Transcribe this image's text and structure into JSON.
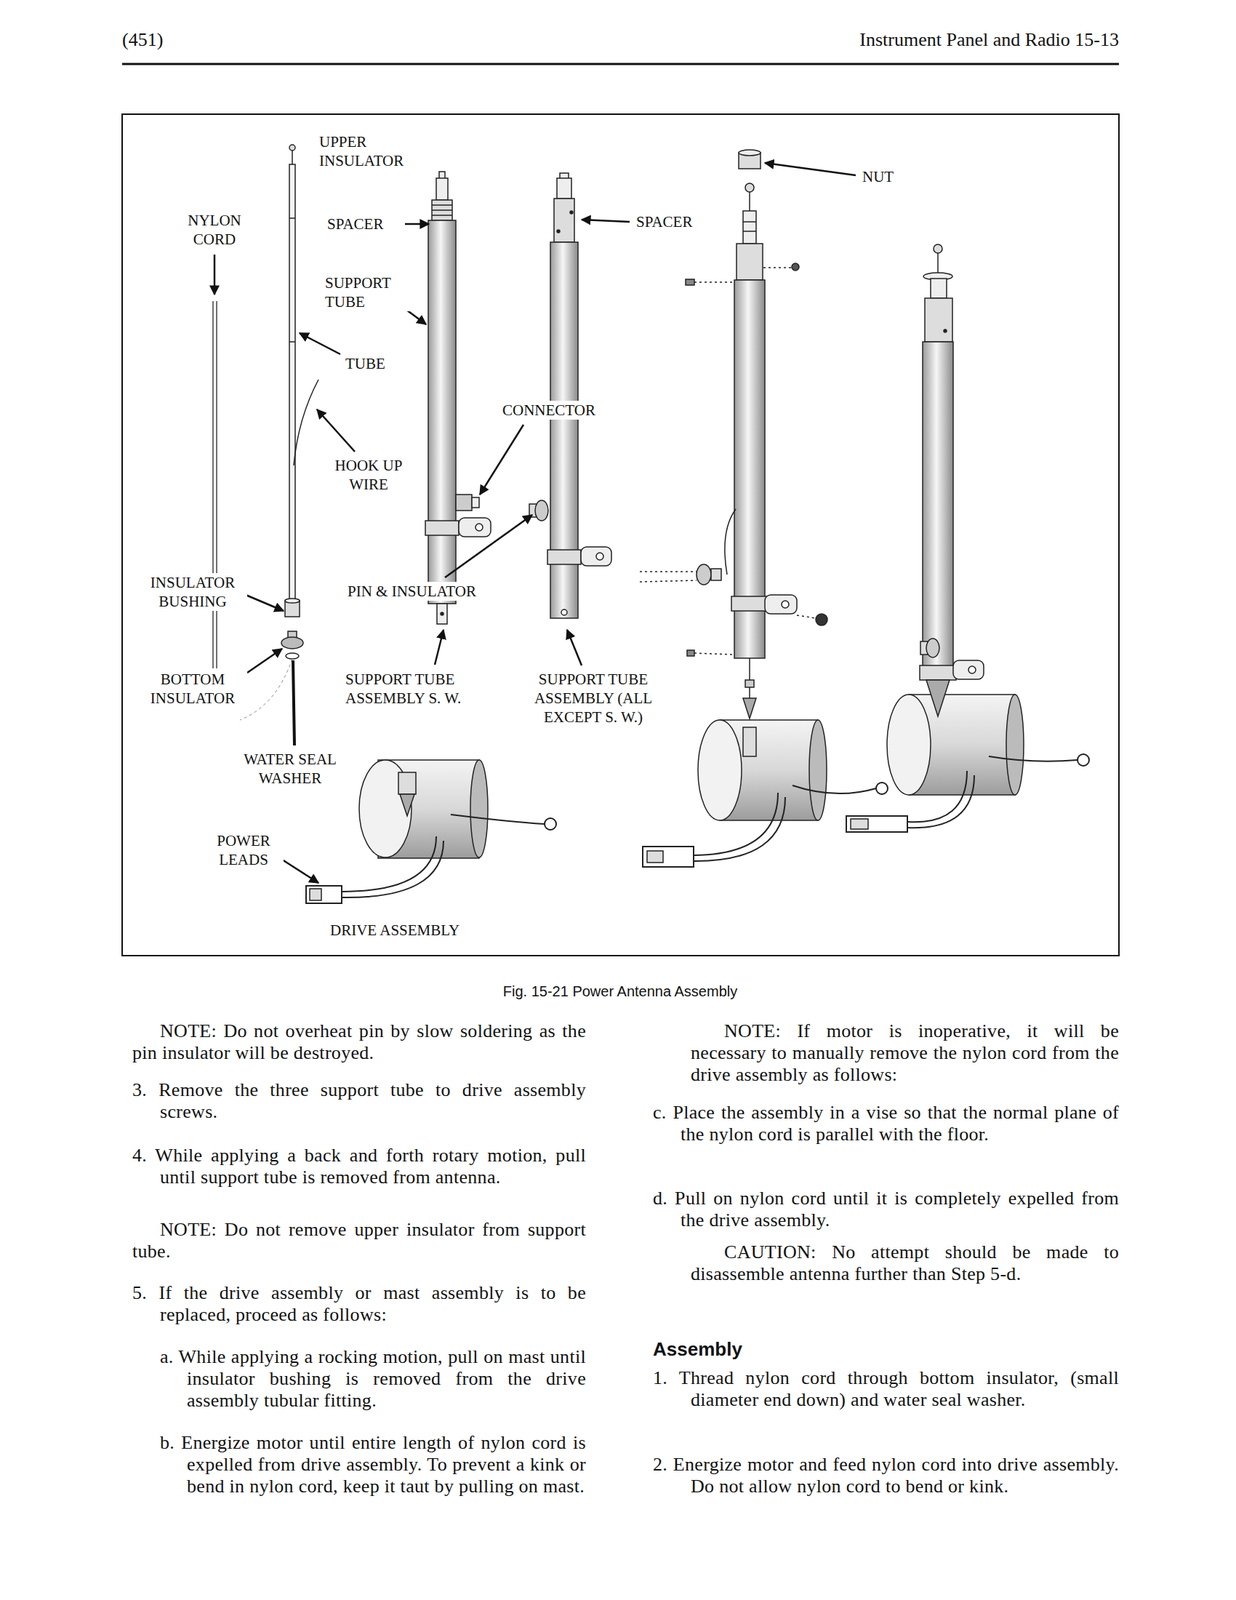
{
  "diagram": {
    "caption": "Fig. 15-21 Power Antenna Assembly",
    "labels": [
      "(451)",
      "Instrument Panel and Radio 15-13",
      "UPPER INSULATOR",
      "NUT",
      "NYLON CORD",
      "SPACER",
      "SPACER",
      "SUPPORT TUBE",
      "TUBE",
      "CONNECTOR",
      "HOOK UP WIRE",
      "INSULATOR BUSHING",
      "PIN & INSULATOR",
      "BOTTOM INSULATOR",
      "SUPPORT TUBE ASSEMBLY S. W.",
      "SUPPORT TUBE ASSEMBLY (ALL EXCEPT S. W.)",
      "WATER SEAL WASHER",
      "POWER LEADS",
      "DRIVE ASSEMBLY",
      "NOTE: Do not overheat pin by slow soldering as the pin insulator will be destroyed.",
      "3. Remove the three support tube to drive assembly screws.",
      "4. While applying a back and forth rotary motion, pull until support tube is removed from antenna.",
      "NOTE: Do not remove upper insulator from support tube.",
      "5. If the drive assembly or mast assembly is to be replaced, proceed as follows:",
      "a. While applying a rocking motion, pull on mast until insulator bushing is removed from the drive assembly tubular fitting.",
      "b. Energize motor until entire length of nylon cord is expelled from drive assembly. To prevent a kink or bend in nylon cord, keep it taut by pulling on mast.",
      "NOTE: If motor is inoperative, it will be necessary to manually remove the nylon cord from the drive assembly as follows:",
      "c. Place the assembly in a vise so that the normal plane of the nylon cord is parallel with the floor.",
      "d. Pull on nylon cord until it is completely expelled from the drive assembly.",
      "CAUTION: No attempt should be made to disassemble antenna further than Step 5-d.",
      "Assembly",
      "1. Thread nylon cord through bottom insulator, (small diameter end down) and water seal washer.",
      "2. Energize motor and feed nylon cord into drive assembly. Do not allow nylon cord to bend or kink."
    ]
  }
}
